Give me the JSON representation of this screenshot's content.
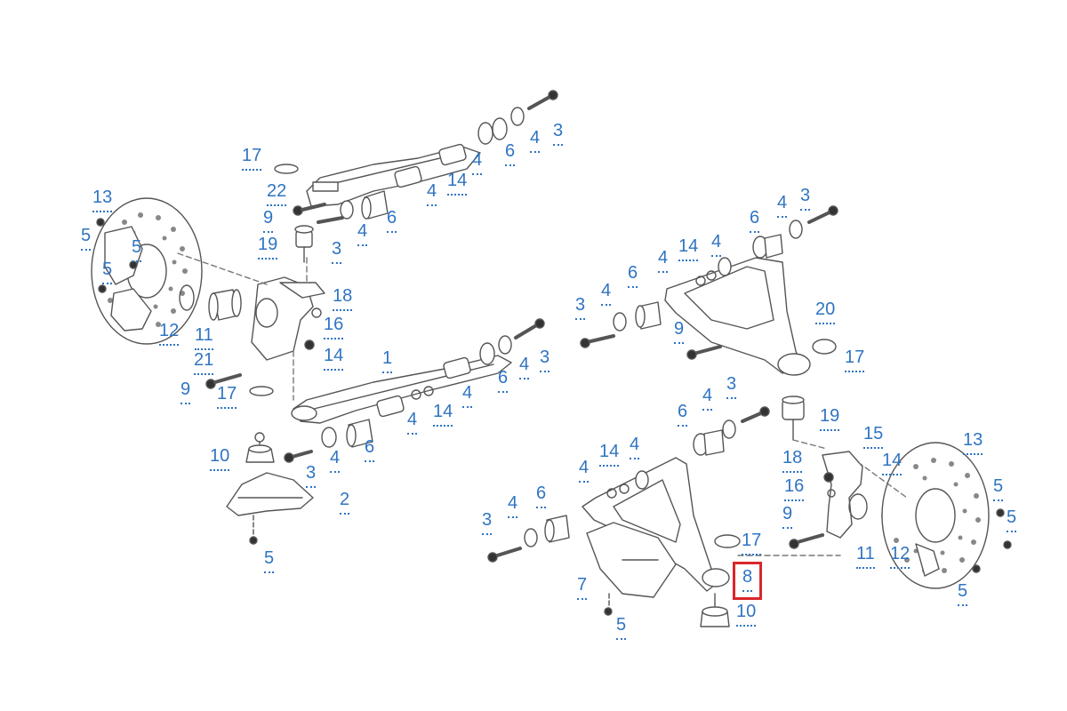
{
  "diagram": {
    "callouts": [
      {
        "id": "c17a",
        "label": "17"
      },
      {
        "id": "c22",
        "label": "22"
      },
      {
        "id": "c9a",
        "label": "9"
      },
      {
        "id": "c19a",
        "label": "19"
      },
      {
        "id": "c3a",
        "label": "3"
      },
      {
        "id": "c4a",
        "label": "4"
      },
      {
        "id": "c6a",
        "label": "6"
      },
      {
        "id": "c4b",
        "label": "4"
      },
      {
        "id": "c14a",
        "label": "14"
      },
      {
        "id": "c4c",
        "label": "4"
      },
      {
        "id": "c6b",
        "label": "6"
      },
      {
        "id": "c4d",
        "label": "4"
      },
      {
        "id": "c3b",
        "label": "3"
      },
      {
        "id": "c13a",
        "label": "13"
      },
      {
        "id": "c5a",
        "label": "5"
      },
      {
        "id": "c5b",
        "label": "5"
      },
      {
        "id": "c5c",
        "label": "5"
      },
      {
        "id": "c18a",
        "label": "18"
      },
      {
        "id": "c16a",
        "label": "16"
      },
      {
        "id": "c12a",
        "label": "12"
      },
      {
        "id": "c11a",
        "label": "11"
      },
      {
        "id": "c21",
        "label": "21"
      },
      {
        "id": "c14b",
        "label": "14"
      },
      {
        "id": "c9b",
        "label": "9"
      },
      {
        "id": "c17b",
        "label": "17"
      },
      {
        "id": "c1",
        "label": "1"
      },
      {
        "id": "c3c",
        "label": "3"
      },
      {
        "id": "c4e",
        "label": "4"
      },
      {
        "id": "c6c",
        "label": "6"
      },
      {
        "id": "c4f",
        "label": "4"
      },
      {
        "id": "c14c",
        "label": "14"
      },
      {
        "id": "c4g",
        "label": "4"
      },
      {
        "id": "c6d",
        "label": "6"
      },
      {
        "id": "c4h",
        "label": "4"
      },
      {
        "id": "c3d",
        "label": "3"
      },
      {
        "id": "c10a",
        "label": "10"
      },
      {
        "id": "c2",
        "label": "2"
      },
      {
        "id": "c5d",
        "label": "5"
      },
      {
        "id": "c3e",
        "label": "3"
      },
      {
        "id": "c4i",
        "label": "4"
      },
      {
        "id": "c6e",
        "label": "6"
      },
      {
        "id": "c4j",
        "label": "4"
      },
      {
        "id": "c14d",
        "label": "14"
      },
      {
        "id": "c4k",
        "label": "4"
      },
      {
        "id": "c6f",
        "label": "6"
      },
      {
        "id": "c4l",
        "label": "4"
      },
      {
        "id": "c3f",
        "label": "3"
      },
      {
        "id": "c20",
        "label": "20"
      },
      {
        "id": "c9c",
        "label": "9"
      },
      {
        "id": "c17c",
        "label": "17"
      },
      {
        "id": "c19b",
        "label": "19"
      },
      {
        "id": "c6g",
        "label": "6"
      },
      {
        "id": "c4m",
        "label": "4"
      },
      {
        "id": "c3g",
        "label": "3"
      },
      {
        "id": "c14e",
        "label": "14"
      },
      {
        "id": "c4n",
        "label": "4"
      },
      {
        "id": "c4o",
        "label": "4"
      },
      {
        "id": "c6h",
        "label": "6"
      },
      {
        "id": "c4p",
        "label": "4"
      },
      {
        "id": "c3h",
        "label": "3"
      },
      {
        "id": "c7",
        "label": "7"
      },
      {
        "id": "c5e",
        "label": "5"
      },
      {
        "id": "c17d",
        "label": "17"
      },
      {
        "id": "c8",
        "label": "8",
        "highlighted": true
      },
      {
        "id": "c10b",
        "label": "10"
      },
      {
        "id": "c15",
        "label": "15"
      },
      {
        "id": "c14f",
        "label": "14"
      },
      {
        "id": "c18b",
        "label": "18"
      },
      {
        "id": "c16b",
        "label": "16"
      },
      {
        "id": "c9d",
        "label": "9"
      },
      {
        "id": "c11b",
        "label": "11"
      },
      {
        "id": "c12b",
        "label": "12"
      },
      {
        "id": "c13b",
        "label": "13"
      },
      {
        "id": "c5f",
        "label": "5"
      },
      {
        "id": "c5g",
        "label": "5"
      },
      {
        "id": "c5h",
        "label": "5"
      }
    ],
    "colors": {
      "label": "#2f74c2",
      "highlight": "#d9262a",
      "line": "#555555"
    }
  }
}
